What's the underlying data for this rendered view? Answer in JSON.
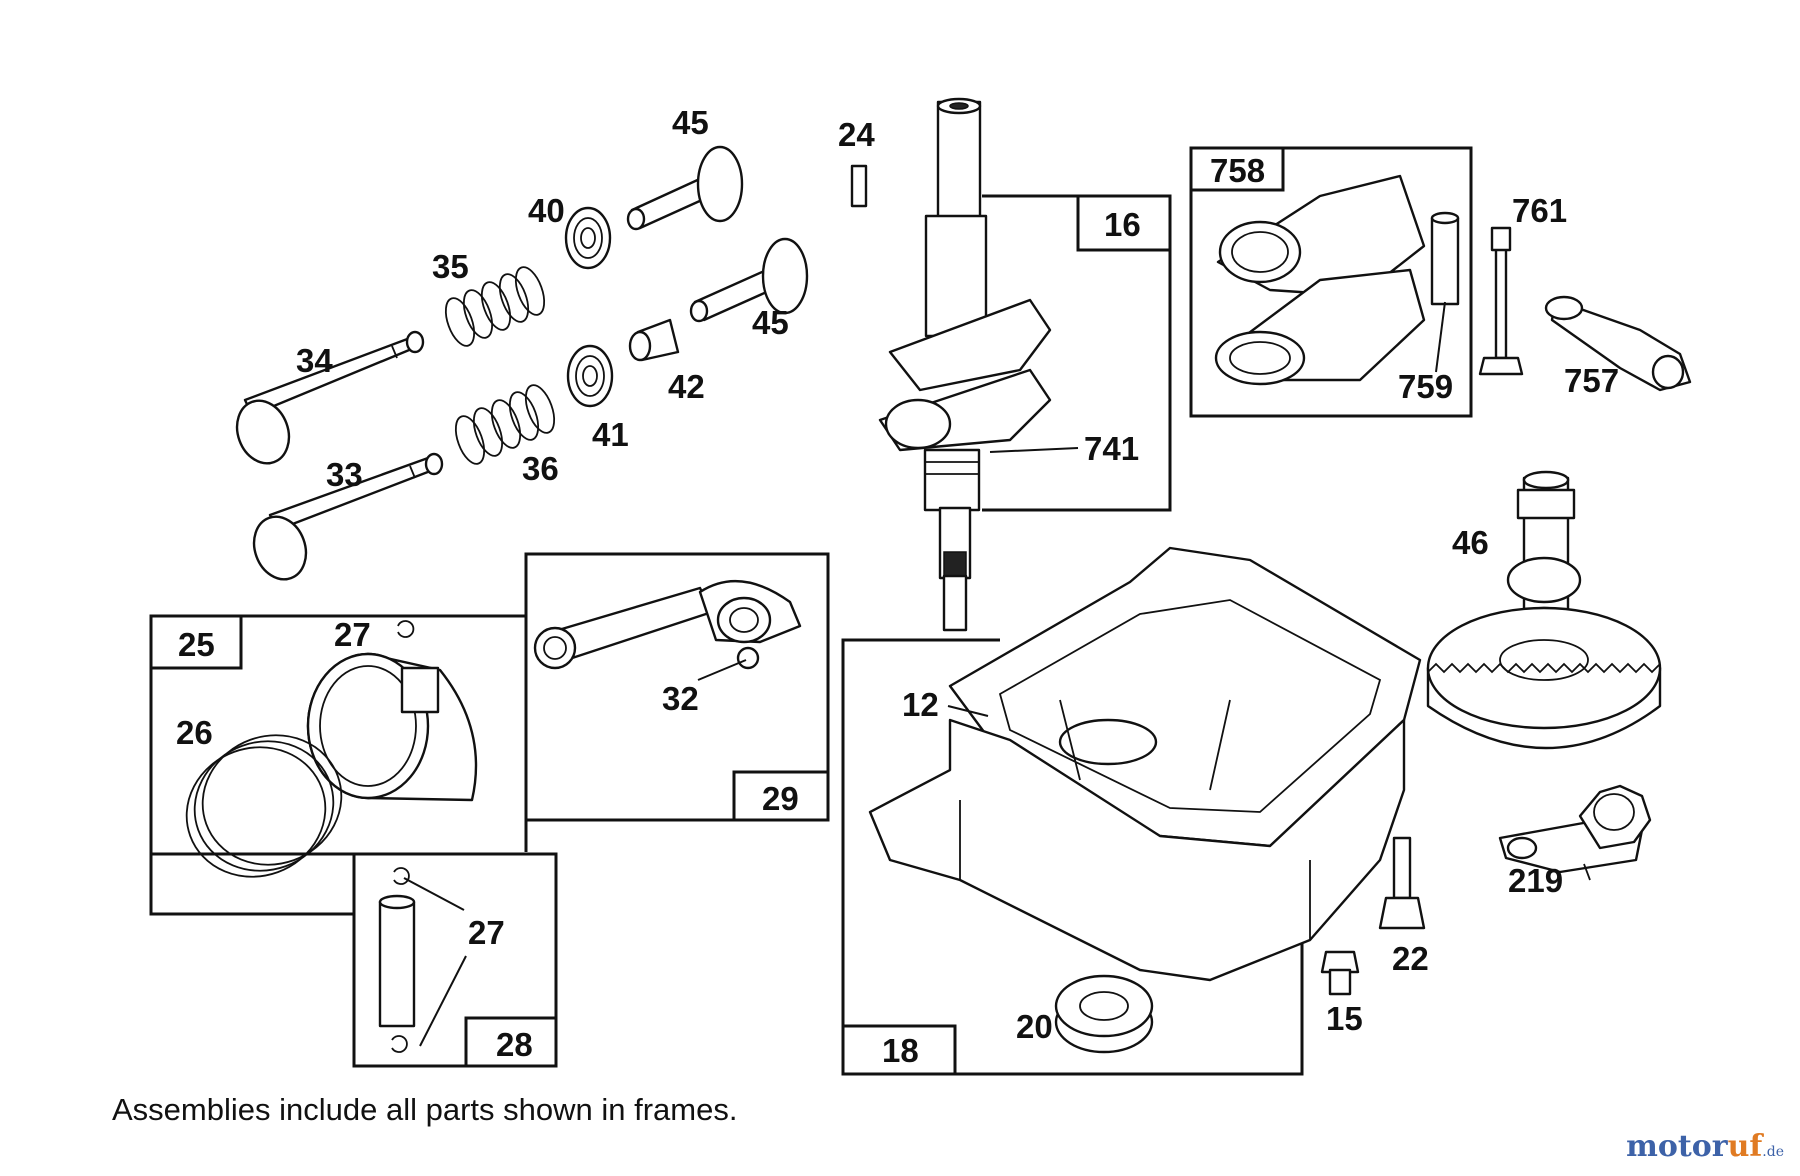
{
  "labels": {
    "p45a": "45",
    "p45b": "45",
    "p24": "24",
    "p40": "40",
    "p35": "35",
    "p34": "34",
    "p42": "42",
    "p41": "41",
    "p33": "33",
    "p36": "36",
    "p16": "16",
    "p741": "741",
    "p758": "758",
    "p761": "761",
    "p759": "759",
    "p757": "757",
    "p46": "46",
    "p25": "25",
    "p27a": "27",
    "p26": "26",
    "p29": "29",
    "p32": "32",
    "p27b": "27",
    "p28": "28",
    "p12": "12",
    "p18": "18",
    "p20": "20",
    "p22": "22",
    "p15": "15",
    "p219": "219"
  },
  "footnote": "Assemblies include all parts shown in frames.",
  "watermark": {
    "brand": "motor",
    "accent": "uf",
    "suffix": ".de"
  },
  "colors": {
    "watermark_blue": "#3d62a8",
    "watermark_orange": "#e07b23"
  }
}
